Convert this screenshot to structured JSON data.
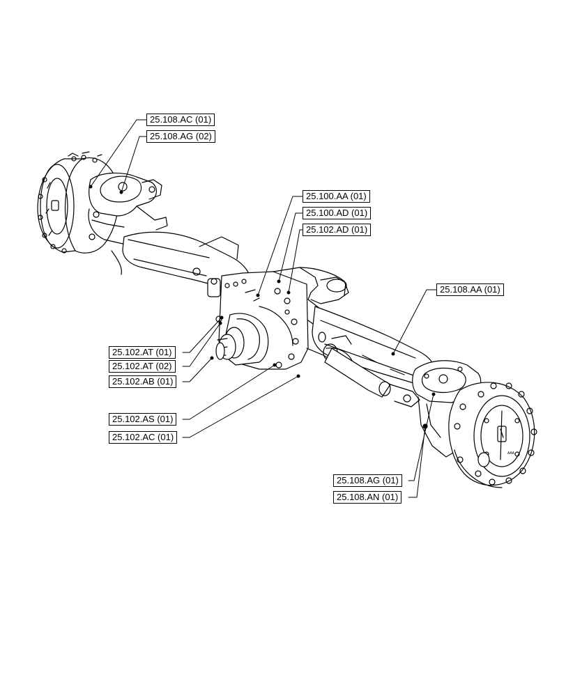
{
  "diagram": {
    "callouts": {
      "c1": "25.108.AC (01)",
      "c2": "25.108.AG (02)",
      "c3": "25.100.AA (01)",
      "c4": "25.100.AD (01)",
      "c5": "25.102.AD (01)",
      "c6": "25.108.AA (01)",
      "c7": "25.102.AT (01)",
      "c8": "25.102.AT (02)",
      "c9": "25.102.AB (01)",
      "c10": "25.102.AS (01)",
      "c11": "25.102.AC (01)",
      "c12": "25.108.AG (01)",
      "c13": "25.108.AN (01)"
    },
    "hub_marking": "AAA"
  }
}
